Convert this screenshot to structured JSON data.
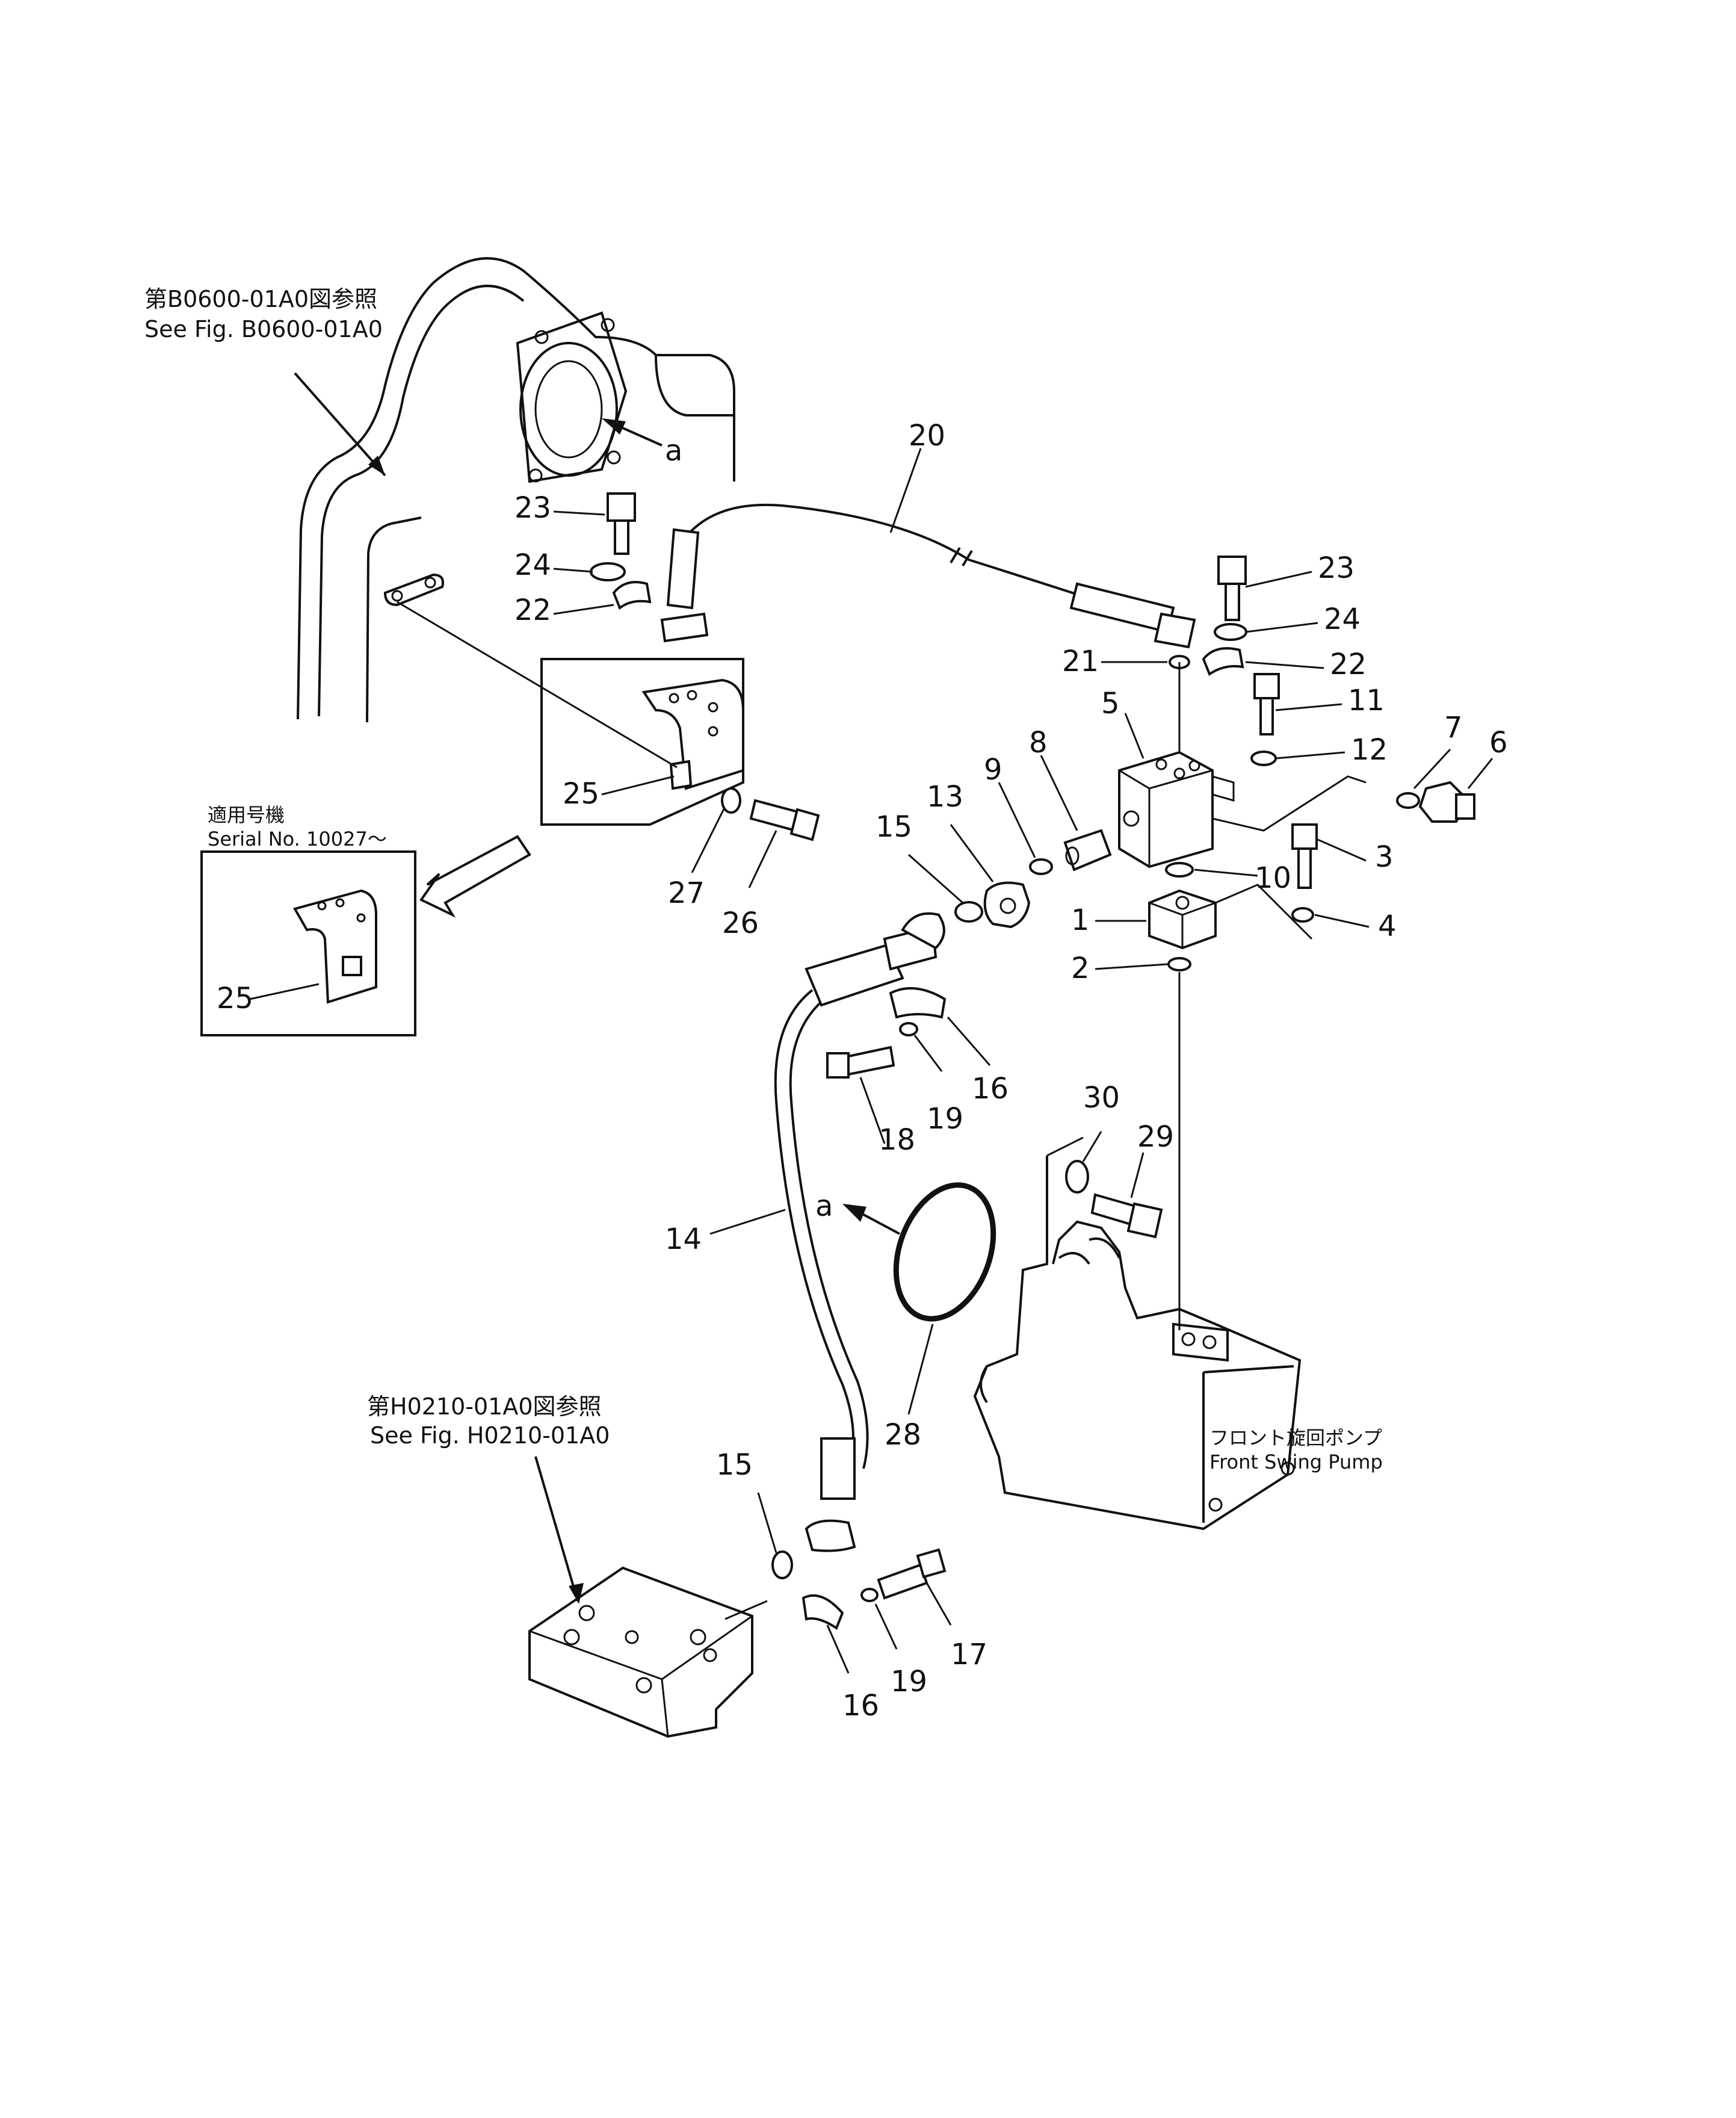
{
  "references": {
    "top_jp": "第B0600-01A0図参照",
    "top_en": "See  Fig. B0600-01A0",
    "bottom_jp": "第H0210-01A0図参照",
    "bottom_en": "See  Fig. H0210-01A0"
  },
  "inset": {
    "title_jp": "適用号機",
    "serial": "Serial  No.  10027～",
    "part_label": "25"
  },
  "pump": {
    "label_jp": "フロント旋回ポンプ",
    "label_en": "Front  Swing  Pump"
  },
  "view_marks": {
    "upper": "a",
    "lower": "a"
  },
  "part_labels": {
    "p1": "1",
    "p2": "2",
    "p3": "3",
    "p4": "4",
    "p5": "5",
    "p6": "6",
    "p7": "7",
    "p8": "8",
    "p9": "9",
    "p10": "10",
    "p11": "11",
    "p12": "12",
    "p13": "13",
    "p14": "14",
    "p15a": "15",
    "p15b": "15",
    "p16a": "16",
    "p16b": "16",
    "p17": "17",
    "p18": "18",
    "p19a": "19",
    "p19b": "19",
    "p20": "20",
    "p21": "21",
    "p22a": "22",
    "p22b": "22",
    "p23a": "23",
    "p23b": "23",
    "p24a": "24",
    "p24b": "24",
    "p25": "25",
    "p26": "26",
    "p27": "27",
    "p28": "28",
    "p29": "29",
    "p30": "30"
  }
}
